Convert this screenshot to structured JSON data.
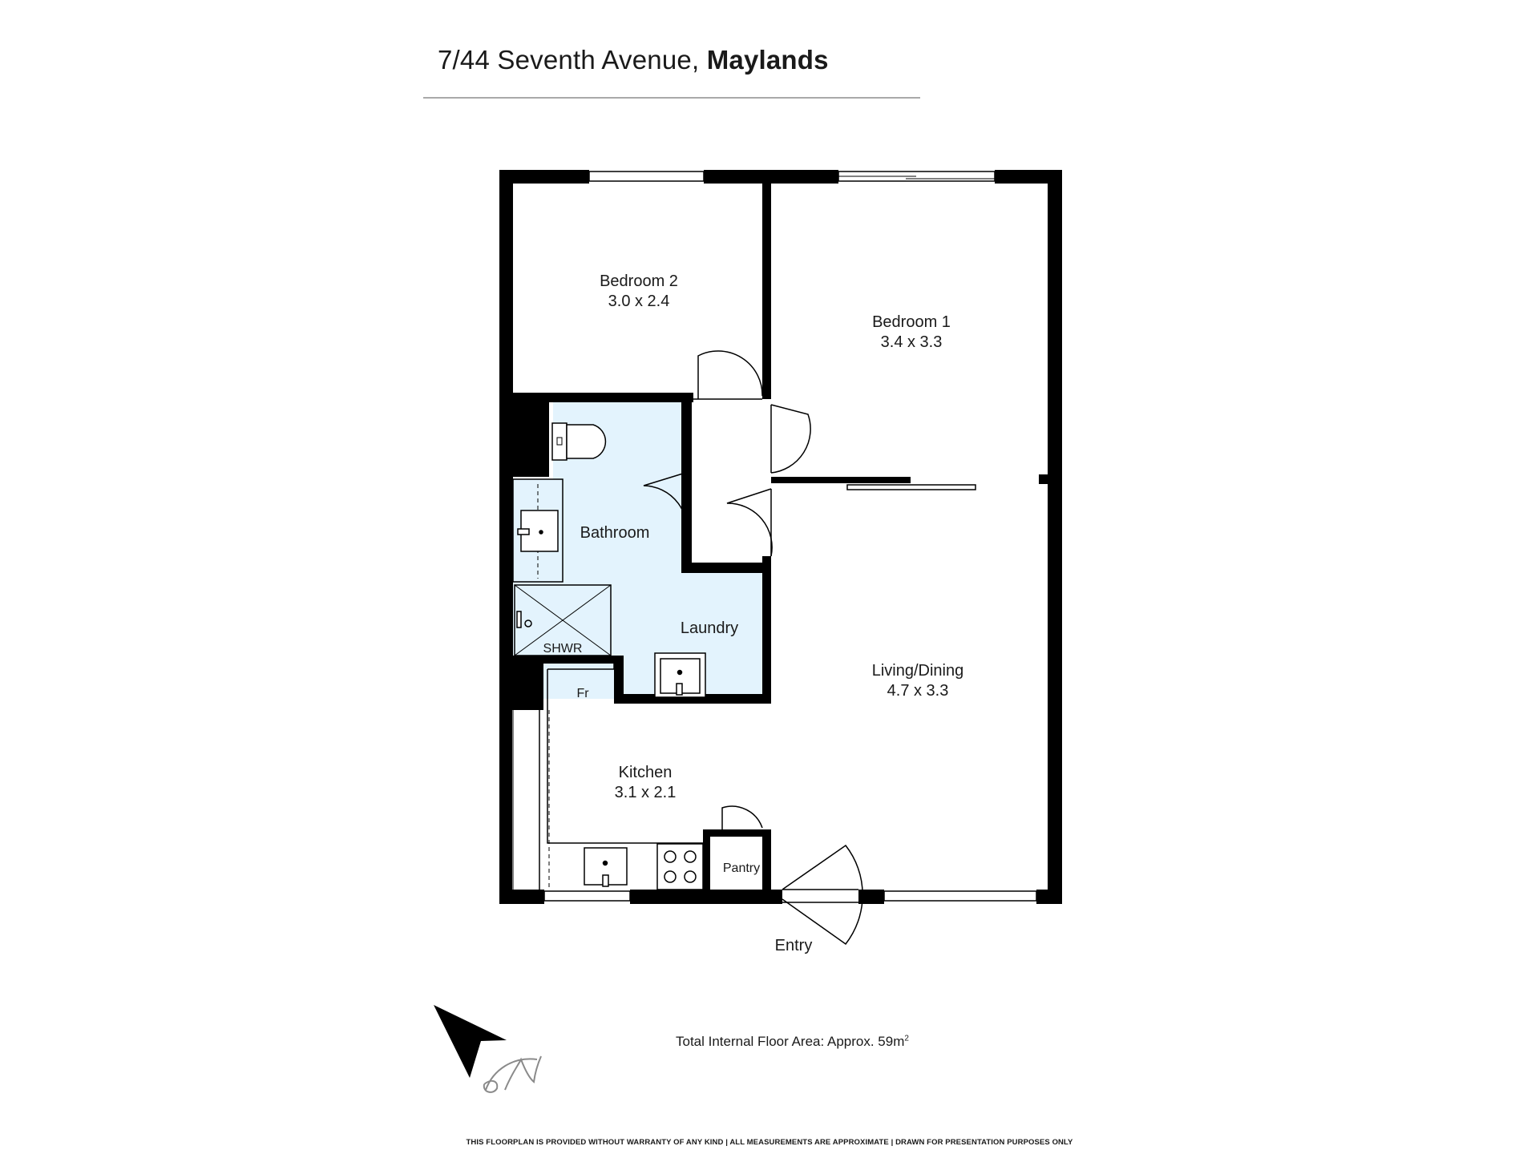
{
  "title": {
    "address": "7/44 Seventh Avenue,",
    "suburb": "Maylands"
  },
  "rooms": [
    {
      "id": "bedroom2",
      "name": "Bedroom 2",
      "size": "3.0 x 2.4"
    },
    {
      "id": "bedroom1",
      "name": "Bedroom 1",
      "size": "3.4 x 3.3"
    },
    {
      "id": "bathroom",
      "name": "Bathroom",
      "size": ""
    },
    {
      "id": "laundry",
      "name": "Laundry",
      "size": ""
    },
    {
      "id": "living",
      "name": "Living/Dining",
      "size": "4.7 x 3.3"
    },
    {
      "id": "kitchen",
      "name": "Kitchen",
      "size": "3.1 x 2.1"
    }
  ],
  "fixtures": {
    "shower": "SHWR",
    "fridge": "Fr",
    "pantry": "Pantry",
    "entry": "Entry"
  },
  "footer": {
    "floor_area": "Total Internal Floor Area: Approx. 59m",
    "floor_area_sup": "2",
    "disclaimer": "THIS FLOORPLAN IS PROVIDED WITHOUT WARRANTY OF ANY KIND  |  ALL MEASUREMENTS ARE APPROXIMATE  |  DRAWN FOR PRESENTATION PURPOSES ONLY"
  },
  "colors": {
    "wet_area": "#e3f3fd",
    "wall": "#000000"
  },
  "icons": {
    "compass": "north-arrow-icon",
    "logo": "monogram-logo"
  }
}
